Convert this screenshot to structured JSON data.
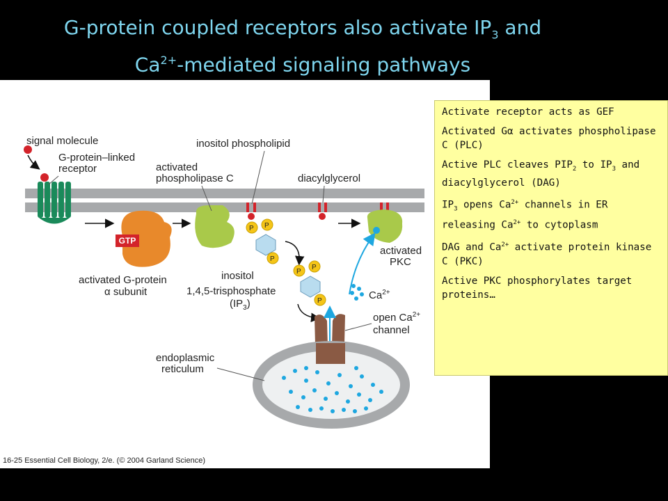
{
  "slide": {
    "title_line1_a": "G-protein coupled receptors also activate IP",
    "title_line1_sub": "3",
    "title_line1_b": " and",
    "title_line2_a": "Ca",
    "title_line2_sup": "2+",
    "title_line2_b": "-mediated signaling pathways"
  },
  "figure": {
    "labels": {
      "signal_molecule": "signal molecule",
      "gpcr_1": "G-protein–linked",
      "gpcr_2": "receptor",
      "inositol_phospholipid": "inositol phospholipid",
      "activated_plc_1": "activated",
      "activated_plc_2": "phospholipase C",
      "diacylglycerol": "diacylglycerol",
      "gtp": "GTP",
      "galpha_1": "activated G-protein",
      "galpha_2": "α subunit",
      "ip3_1": "inositol",
      "ip3_2": "1,4,5-trisphosphate",
      "ip3_3": "(IP",
      "ip3_sub": "3",
      "ip3_4": ")",
      "pkc_1": "activated",
      "pkc_2": "PKC",
      "ca": "Ca",
      "ca_sup": "2+",
      "channel_1": "open Ca",
      "channel_sup": "2+",
      "channel_2": "channel",
      "er_1": "endoplasmic",
      "er_2": "reticulum",
      "p": "P",
      "caption": "16-25  Essential Cell Biology, 2/e. (© 2004 Garland Science)"
    }
  },
  "notes": [
    {
      "a": "Activate receptor acts as GEF"
    },
    {
      "a": "Activated Gα activates phospholipase C (PLC)"
    },
    {
      "a": "Active PLC cleaves PIP",
      "s1": "2",
      "b": " to IP",
      "s2": "3",
      "c": " and diacylglycerol (DAG)"
    },
    {
      "a": "IP",
      "s1": "3",
      "b": " opens Ca",
      "s2": "2+",
      "c": " channels in ER releasing Ca",
      "s3": "2+",
      "d": " to cytoplasm"
    },
    {
      "a": "DAG and Ca",
      "s1": "2+",
      "b": " activate protein kinase C (PKC)"
    },
    {
      "a": "Active PKC phosphorylates target proteins…"
    }
  ],
  "colors": {
    "title": "#7fd6ef",
    "note_bg": "#ffffa0",
    "membrane": "#a7a9ab",
    "receptor": "#1a8a5a",
    "g_alpha": "#e8892b",
    "plc": "#a9c94a",
    "lipid": "#d3232a",
    "phosphate": "#f5c518",
    "inositol_ring": "#b9dcef",
    "channel": "#8a5a44",
    "calcium": "#1ea7e0"
  }
}
